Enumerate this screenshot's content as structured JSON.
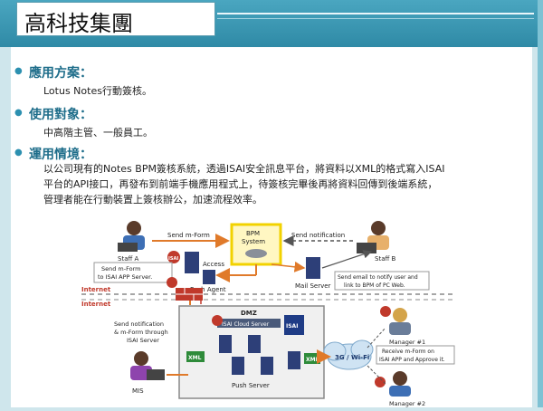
{
  "header": {
    "title": "高科技集團"
  },
  "sections": [
    {
      "heading": "應用方案：",
      "lines": [
        "Lotus Notes行動簽核。"
      ]
    },
    {
      "heading": "使用對象：",
      "lines": [
        "中高階主管、一般員工。"
      ]
    },
    {
      "heading": "運用情境：",
      "lines": [
        "以公司現有的Notes BPM簽核系統，透過ISAI安全訊息平台，將資料以XML的格式寫入ISAI",
        "平台的API接口，再發布到前端手機應用程式上，待簽核完畢後再將資料回傳到後端系統，",
        "管理者能在行動裝置上簽核辦公，加速流程效率。"
      ]
    }
  ],
  "diagram": {
    "staff_a": "Staff A",
    "staff_b": "Staff B",
    "send_mform": "Send m-Form",
    "send_notification": "Send notification",
    "bpm_system": "BPM",
    "bpm_system2": "System",
    "access": "Access",
    "push_agent": "Push Agent",
    "mail_server": "Mail Server",
    "send_mform_isai": "Send m-Form",
    "send_mform_isai2": "to ISAI APP Server.",
    "send_email": "Send email to notify user and",
    "send_email2": "link to BPM of PC Web.",
    "internet1": "Internet",
    "internet2": "Internet",
    "dmz": "DMZ",
    "isai_cloud": "ISAI Cloud Server",
    "isai_logo": "ISAI",
    "notif1": "Send notification",
    "notif2": "& m-Form through",
    "notif3": "ISAI Server",
    "xml1": "XML",
    "xml2": "XML",
    "push_server": "Push Server",
    "wifi": "3G / Wi-Fi",
    "manager1": "Manager #1",
    "manager2": "Manager #2",
    "receive1": "Receive m-Form on",
    "receive2": "ISAI APP and Approve it.",
    "mis": "MIS",
    "isai_badge": "ISAI"
  },
  "colors": {
    "accent": "#1e6d8a",
    "flow": "#e07a2a",
    "dashed": "#c0392b"
  }
}
